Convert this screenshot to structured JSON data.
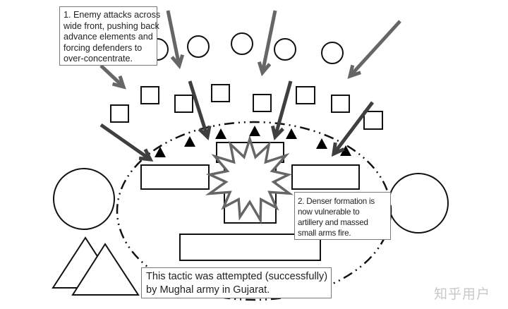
{
  "notes": {
    "note1": {
      "lines": [
        "1. Enemy attacks across",
        "wide front, pushing back",
        "advance elements and",
        "forcing defenders to",
        "over-concentrate."
      ]
    },
    "note2": {
      "lines": [
        "2. Denser formation is",
        "now vulnerable to",
        "artillery and massed",
        "small arms fire."
      ]
    },
    "note3": {
      "lines": [
        "This tactic was attempted (successfully)",
        "by Mughal army in Gujarat."
      ]
    }
  },
  "watermark": "知乎用户",
  "colors": {
    "outer_arrow": "#666666",
    "inner_arrow": "#3f3f3f",
    "explosion": "#666666",
    "shape_stroke": "#111111"
  }
}
